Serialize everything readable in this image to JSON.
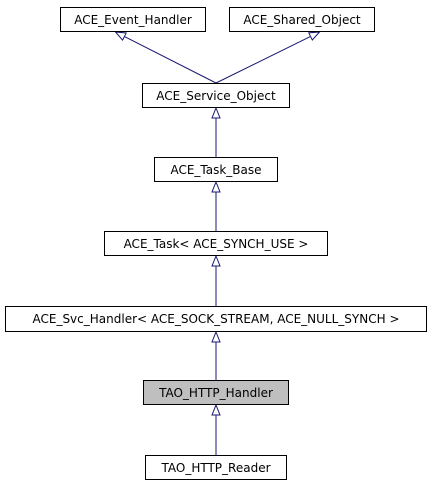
{
  "diagram": {
    "nodes": {
      "event_handler": {
        "label": "ACE_Event_Handler"
      },
      "shared_object": {
        "label": "ACE_Shared_Object"
      },
      "service_object": {
        "label": "ACE_Service_Object"
      },
      "task_base": {
        "label": "ACE_Task_Base"
      },
      "task": {
        "label": "ACE_Task< ACE_SYNCH_USE >"
      },
      "svc_handler": {
        "label": "ACE_Svc_Handler< ACE_SOCK_STREAM, ACE_NULL_SYNCH >"
      },
      "http_handler": {
        "label": "TAO_HTTP_Handler",
        "current": true
      },
      "http_reader": {
        "label": "TAO_HTTP_Reader"
      }
    },
    "edges": [
      {
        "from": "service_object",
        "to": "event_handler"
      },
      {
        "from": "service_object",
        "to": "shared_object"
      },
      {
        "from": "task_base",
        "to": "service_object"
      },
      {
        "from": "task",
        "to": "task_base"
      },
      {
        "from": "svc_handler",
        "to": "task"
      },
      {
        "from": "http_handler",
        "to": "svc_handler"
      },
      {
        "from": "http_reader",
        "to": "http_handler"
      }
    ],
    "colors": {
      "edge": "#191970",
      "border": "#000000",
      "current_fill": "#bfbfbf"
    }
  }
}
